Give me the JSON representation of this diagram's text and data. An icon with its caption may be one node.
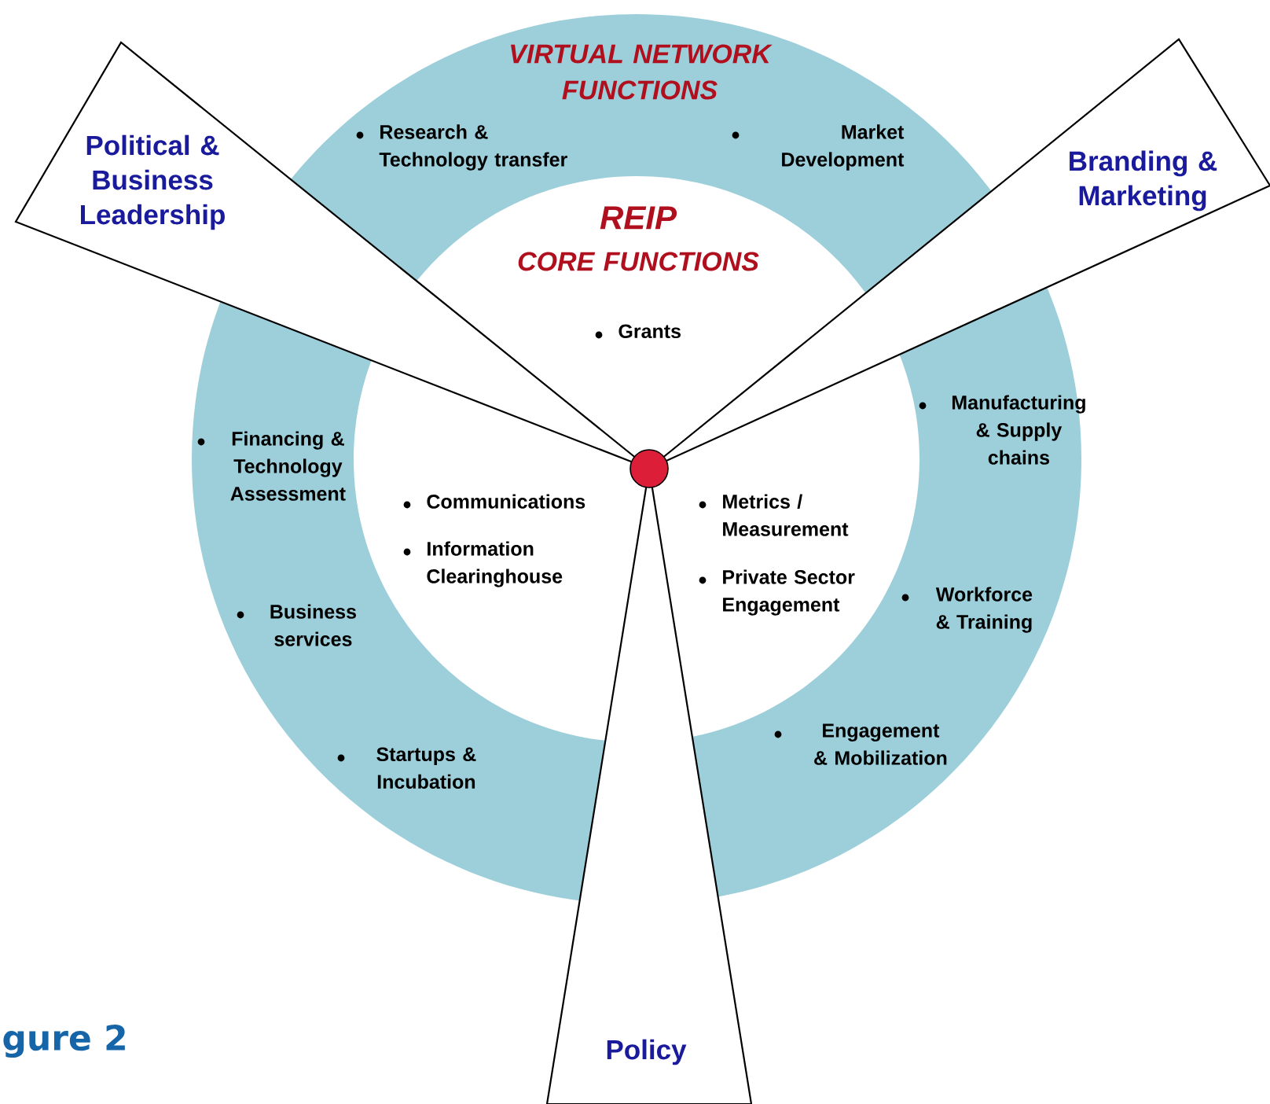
{
  "diagram": {
    "nodes": [
      {
        "text": [
          "VIRTUAL NETWORK FUNCTIONS",
          "Research & Technology transfer",
          "Market Development",
          "Manufacturing & Supply chains",
          "Financing & Technology Assessment",
          "Workforce & Training",
          "Business services",
          "Engagement & Mobilization",
          "Startups & Incubation"
        ]
      },
      {
        "text": [
          "REIP",
          "CORE FUNCTIONS",
          "Grants",
          "Communications",
          "Metrics / Measurement",
          "Information Clearinghouse",
          "Private Sector Engagement"
        ],
        "in": 0
      },
      {
        "text": [
          "Political & Business Leadership"
        ]
      },
      {
        "text": [
          "Branding & Marketing"
        ]
      },
      {
        "text": [
          "Policy"
        ]
      },
      {
        "text": [],
        "shape": "circle",
        "in": 1
      }
    ],
    "labels": [
      "gure 2"
    ]
  }
}
